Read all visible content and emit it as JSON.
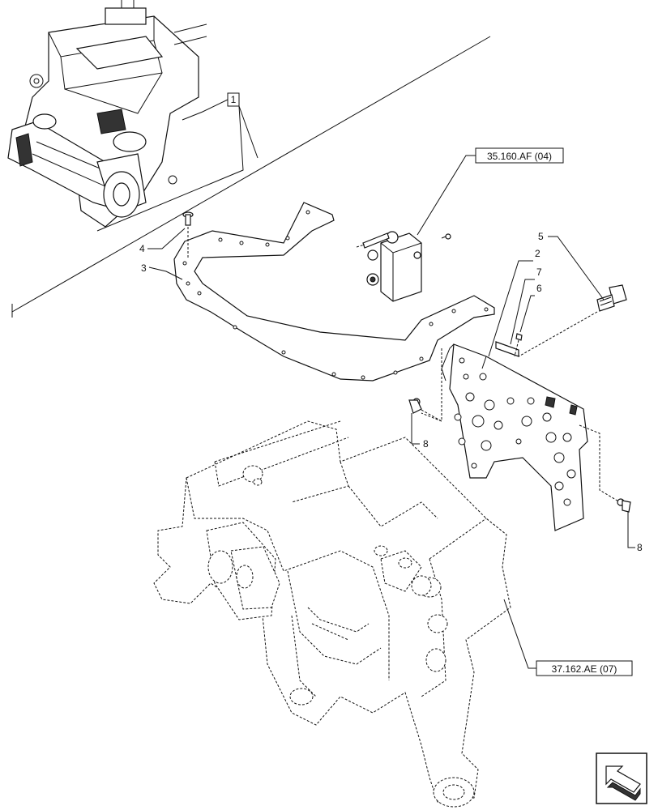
{
  "callouts": {
    "c1": "1",
    "c2": "2",
    "c3": "3",
    "c4": "4",
    "c5": "5",
    "c6": "6",
    "c7": "7",
    "c8a": "8",
    "c8b": "8"
  },
  "references": {
    "ref_top": "35.160.AF (04)",
    "ref_bottom": "37.162.AE (07)"
  },
  "icons": {
    "nav": "arrow-back-icon"
  }
}
